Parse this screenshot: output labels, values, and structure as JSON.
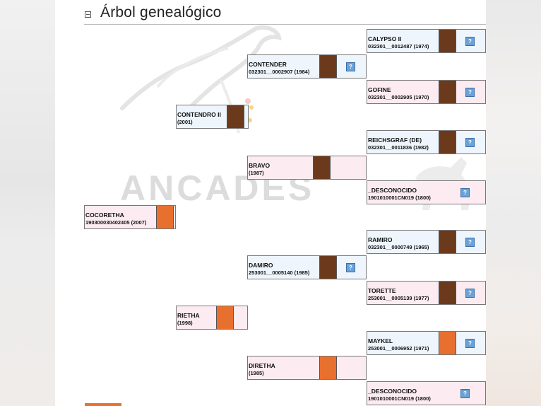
{
  "page": {
    "title": "Árbol genealógico",
    "watermark": "ANCADES"
  },
  "colors": {
    "bay": "#6b3a1c",
    "chestnut": "#e8702e",
    "male_bg": "#eef5fc",
    "female_bg": "#fcecf1"
  },
  "icons": {
    "collapse": "collapse-minus-icon",
    "help": "help-question-icon",
    "help_glyph": "?"
  },
  "tree": {
    "g0": {
      "name": "COCORETHA",
      "reg": "190300030402405 (2007)",
      "color": "#e8702e"
    },
    "g1": [
      {
        "name": "CONTENDRO II",
        "reg": "(2001)",
        "color": "#6b3a1c"
      },
      {
        "name": "RIETHA",
        "reg": "(1998)",
        "color": "#e8702e"
      }
    ],
    "g2": [
      {
        "name": "CONTENDER",
        "reg": "032301__0002907 (1984)",
        "color": "#6b3a1c"
      },
      {
        "name": "BRAVO",
        "reg": "(1987)",
        "color": "#6b3a1c"
      },
      {
        "name": "DAMIRO",
        "reg": "253001__0005140 (1985)",
        "color": "#6b3a1c"
      },
      {
        "name": "DIRETHA",
        "reg": "(1985)",
        "color": "#e8702e"
      }
    ],
    "g3": [
      {
        "name": "CALYPSO II",
        "reg": "032301__0012487 (1974)",
        "color": "#6b3a1c"
      },
      {
        "name": "GOFINE",
        "reg": "032301__0002905 (1970)",
        "color": "#6b3a1c"
      },
      {
        "name": "REICHSGRAF (DE)",
        "reg": "032301__0011836 (1982)",
        "color": "#6b3a1c"
      },
      {
        "name": "_DESCONOCIDO",
        "reg": "1901010001CN019 (1800)",
        "color": ""
      },
      {
        "name": "RAMIRO",
        "reg": "032301__0000749 (1965)",
        "color": "#6b3a1c"
      },
      {
        "name": "TORETTE",
        "reg": "253001__0005139 (1977)",
        "color": "#6b3a1c"
      },
      {
        "name": "MAYKEL",
        "reg": "253001__0006952 (1971)",
        "color": "#e8702e"
      },
      {
        "name": "_DESCONOCIDO",
        "reg": "1901010001CN019 (1800)",
        "color": ""
      }
    ]
  }
}
